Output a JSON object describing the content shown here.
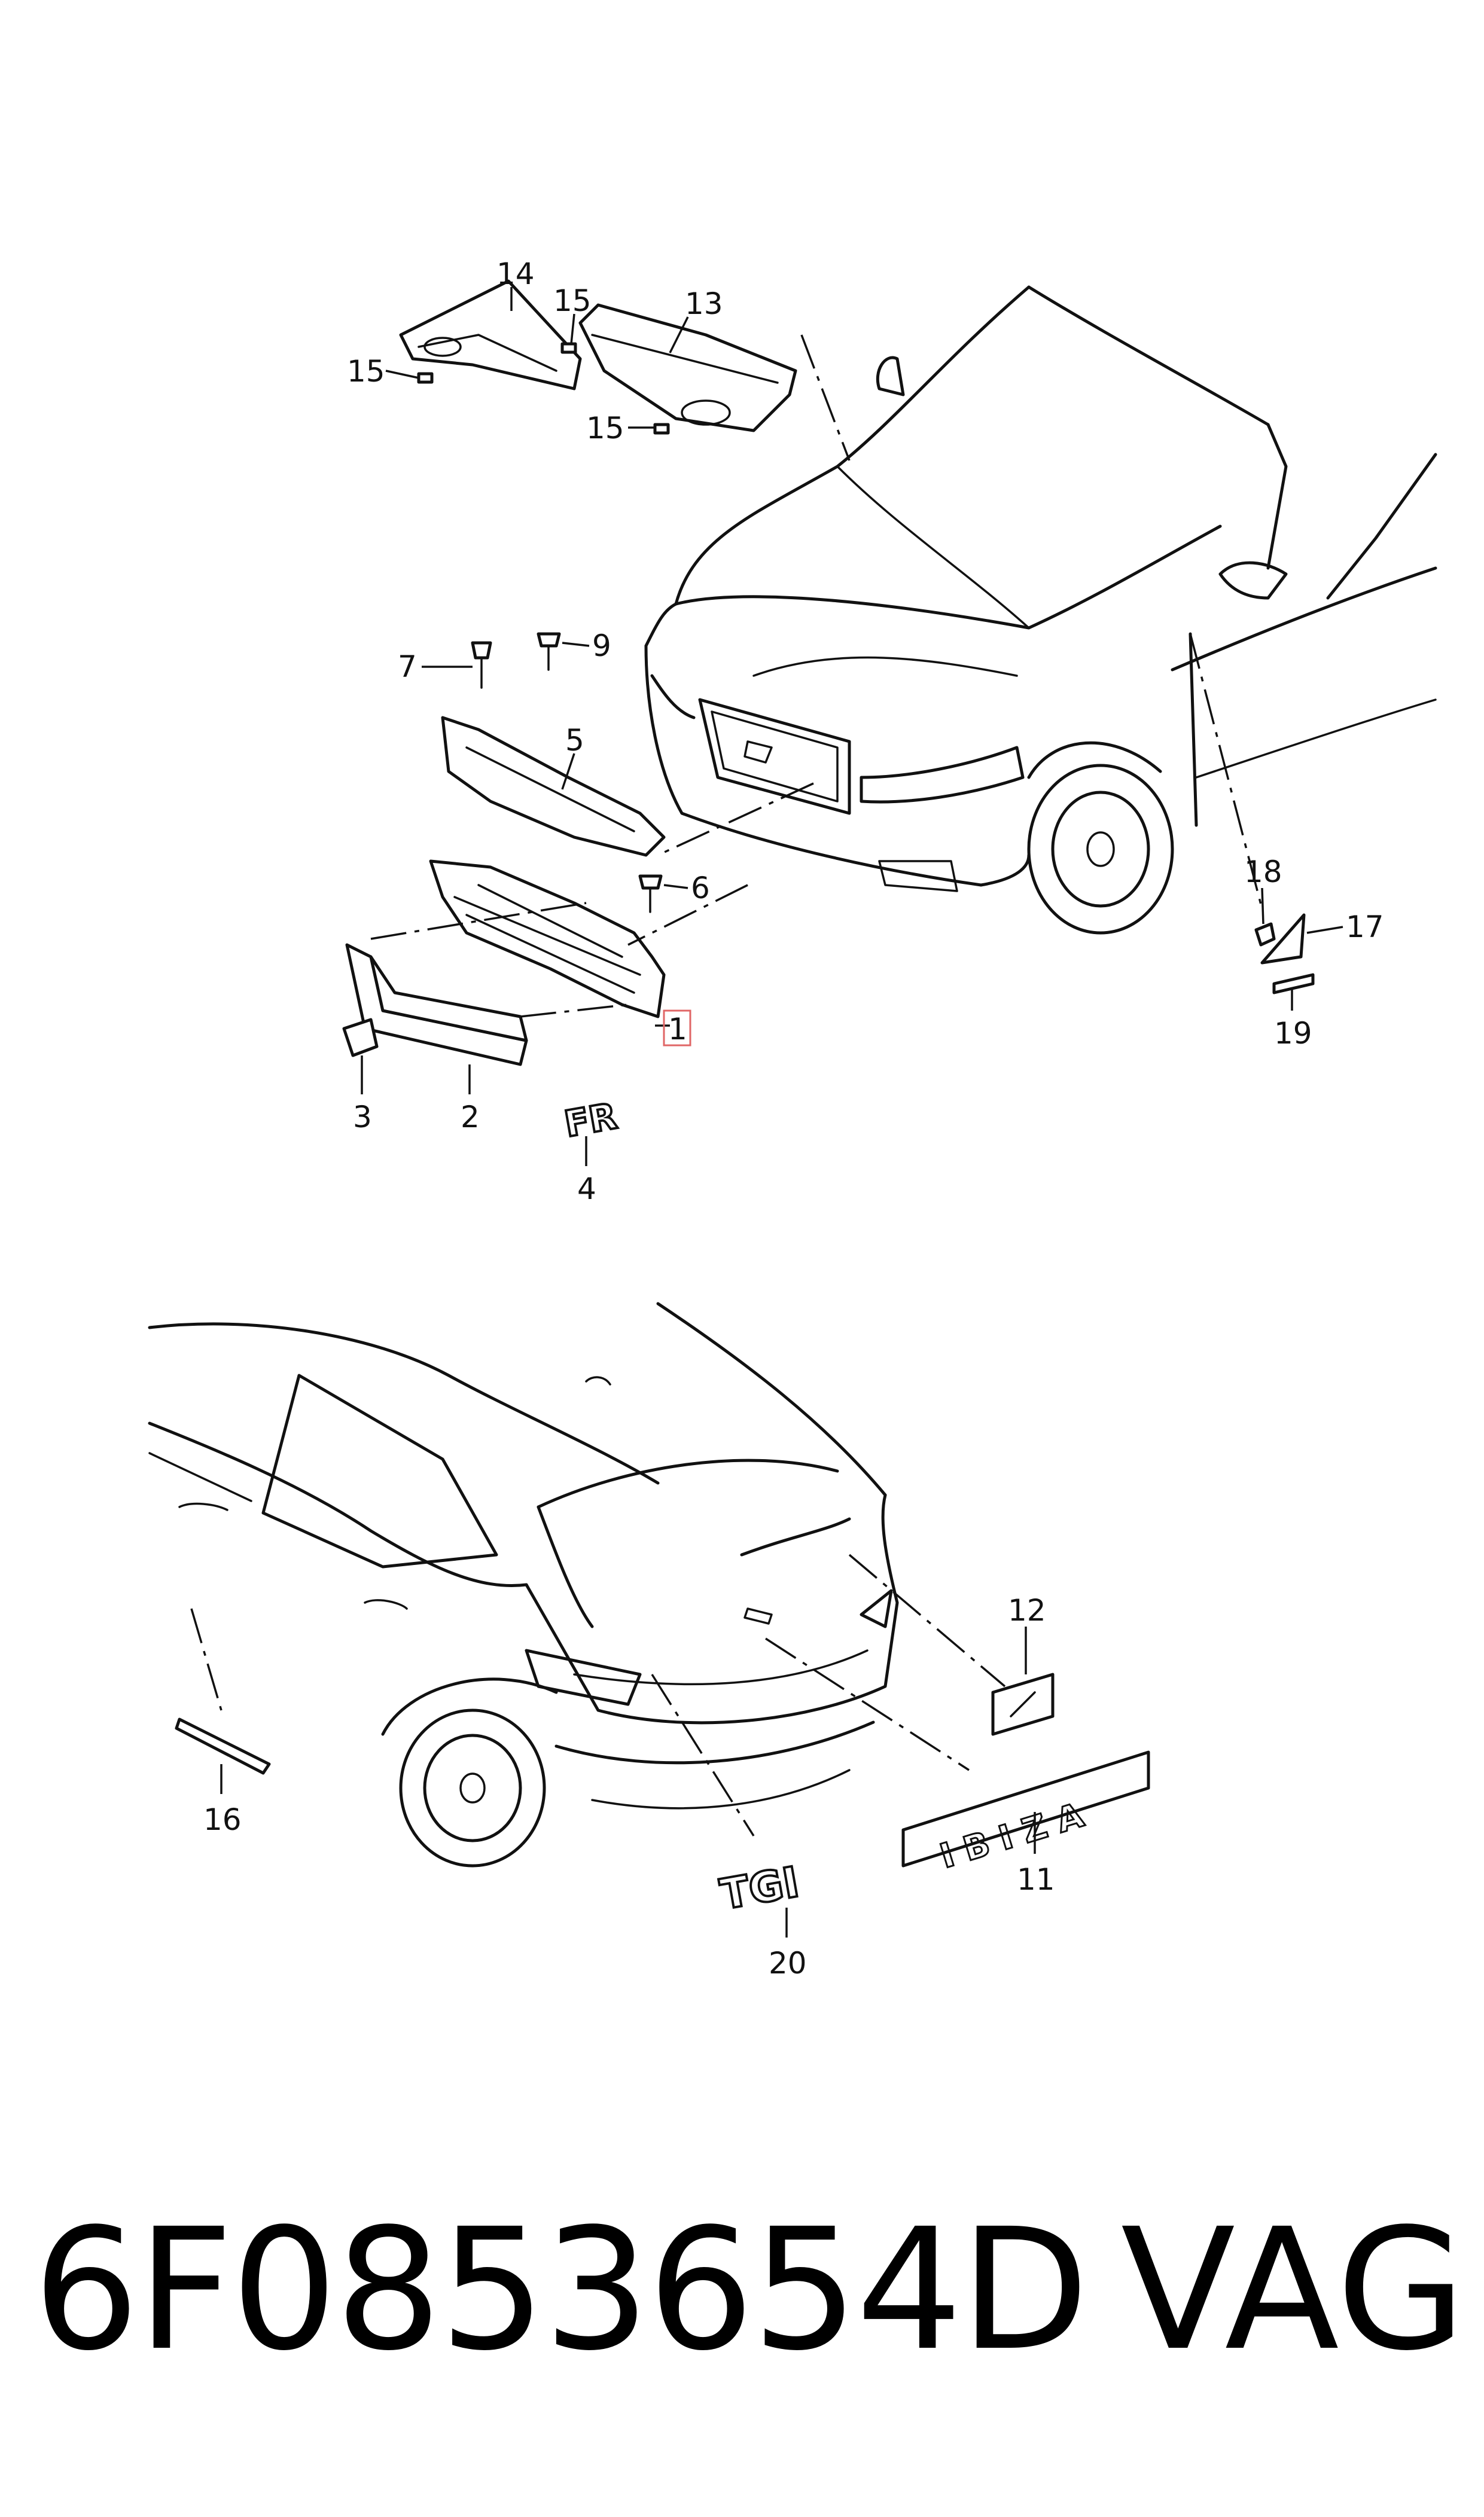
{
  "diagram": {
    "callouts": [
      {
        "id": "1",
        "label": "1",
        "highlighted": true
      },
      {
        "id": "2",
        "label": "2"
      },
      {
        "id": "3",
        "label": "3"
      },
      {
        "id": "4",
        "label": "4"
      },
      {
        "id": "5",
        "label": "5"
      },
      {
        "id": "6",
        "label": "6"
      },
      {
        "id": "7",
        "label": "7"
      },
      {
        "id": "9",
        "label": "9"
      },
      {
        "id": "11",
        "label": "11"
      },
      {
        "id": "12",
        "label": "12"
      },
      {
        "id": "13",
        "label": "13"
      },
      {
        "id": "14",
        "label": "14"
      },
      {
        "id": "15a",
        "label": "15"
      },
      {
        "id": "15b",
        "label": "15"
      },
      {
        "id": "15c",
        "label": "15"
      },
      {
        "id": "16",
        "label": "16"
      },
      {
        "id": "17",
        "label": "17"
      },
      {
        "id": "18",
        "label": "18"
      },
      {
        "id": "19",
        "label": "19"
      },
      {
        "id": "20",
        "label": "20"
      }
    ],
    "highlight_color": "#e06666",
    "emblems": {
      "fr": "FR",
      "tgi": "TGI",
      "ibiza": "I B I Z A"
    }
  },
  "footer": {
    "part_number": "6F0853654D",
    "manufacturer": "VAG"
  }
}
